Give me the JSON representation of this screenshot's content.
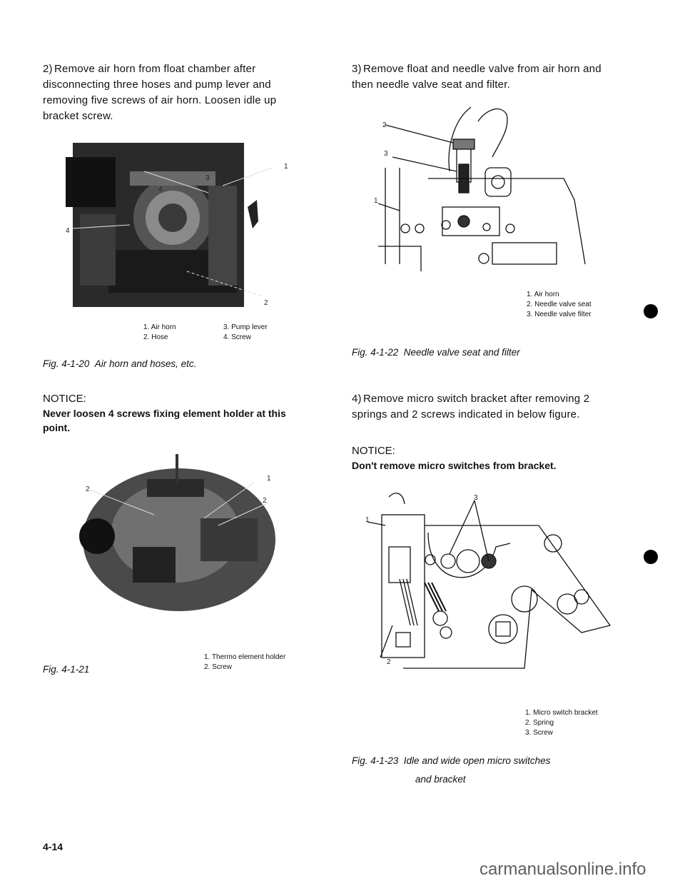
{
  "left": {
    "step2": {
      "num": "2)",
      "text": "Remove air horn from float chamber after disconnecting three hoses and pump lever and removing five screws of air horn. Loosen idle up bracket screw."
    },
    "fig20": {
      "callouts": [
        "4",
        "3",
        "1",
        "4",
        "2"
      ],
      "legend": [
        "1. Air horn",
        "2. Hose",
        "3. Pump lever",
        "4. Screw"
      ],
      "caption_label": "Fig. 4-1-20",
      "caption_text": "Air horn and hoses, etc."
    },
    "notice": {
      "heading": "NOTICE:",
      "body": "Never loosen 4 screws fixing element holder at this point."
    },
    "fig21": {
      "callouts": [
        "2",
        "1",
        "2"
      ],
      "legend": [
        "1. Thermo element holder",
        "2. Screw"
      ],
      "caption_label": "Fig. 4-1-21"
    }
  },
  "right": {
    "step3": {
      "num": "3)",
      "text": "Remove float and needle valve from air horn and then needle valve seat and filter."
    },
    "fig22": {
      "callouts": [
        "2",
        "3",
        "1"
      ],
      "legend": [
        "1. Air horn",
        "2. Needle valve seat",
        "3. Needle valve filter"
      ],
      "caption_label": "Fig. 4-1-22",
      "caption_text": "Needle valve seat and filter"
    },
    "step4": {
      "num": "4)",
      "text": "Remove micro switch bracket after removing 2 springs and 2 screws indicated in below figure."
    },
    "notice": {
      "heading": "NOTICE:",
      "body": "Don't remove micro switches from bracket."
    },
    "fig23": {
      "callouts": [
        "3",
        "1",
        "2"
      ],
      "legend": [
        "1. Micro switch bracket",
        "2. Spring",
        "3. Screw"
      ],
      "caption_label": "Fig. 4-1-23",
      "caption_line1": "Idle and wide open micro switches",
      "caption_line2": "and bracket"
    }
  },
  "footer": {
    "page_number": "4-14",
    "watermark": "carmanualsonline.info"
  }
}
